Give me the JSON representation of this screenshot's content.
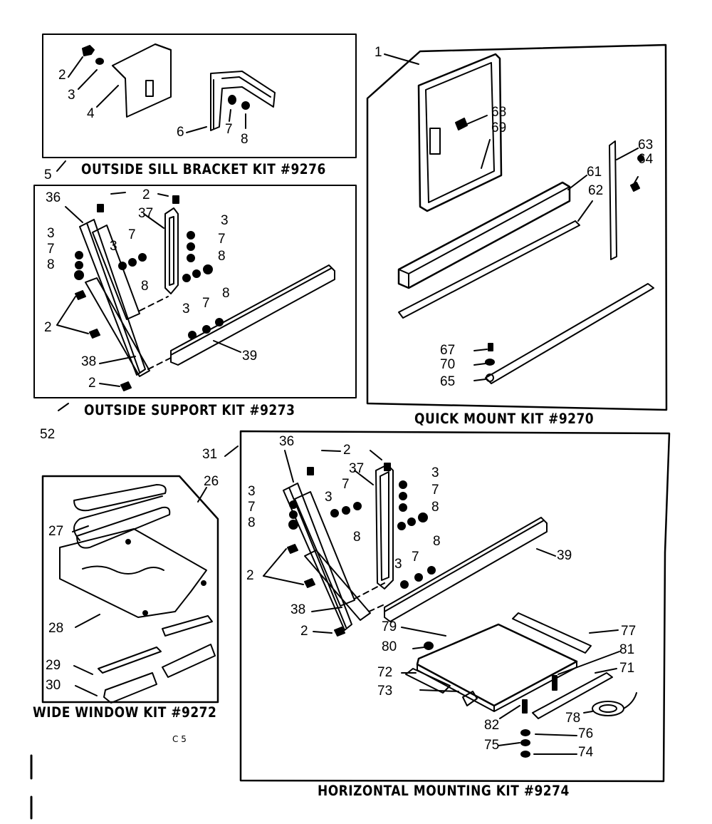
{
  "kits": [
    {
      "id": "outside-sill-bracket",
      "title": "OUTSIDE SILL BRACKET KIT #9276",
      "number": "5"
    },
    {
      "id": "outside-support",
      "title": "OUTSIDE SUPPORT KIT #9273",
      "number": "52"
    },
    {
      "id": "quick-mount",
      "title": "QUICK MOUNT KIT #9270",
      "number": "1"
    },
    {
      "id": "wide-window",
      "title": "WIDE WINDOW KIT #9272",
      "number": "26"
    },
    {
      "id": "horizontal-mounting",
      "title": "HORIZONTAL MOUNTING KIT #9274",
      "number": "31"
    }
  ],
  "callouts": {
    "sill": [
      "2",
      "3",
      "4",
      "6",
      "7",
      "8"
    ],
    "support": [
      "36",
      "2",
      "37",
      "3",
      "7",
      "8",
      "3",
      "7",
      "8",
      "3",
      "7",
      "8",
      "2",
      "3",
      "7",
      "8",
      "38",
      "39",
      "2"
    ],
    "quick": [
      "68",
      "69",
      "61",
      "62",
      "63",
      "64",
      "67",
      "70",
      "65"
    ],
    "wide": [
      "27",
      "28",
      "29",
      "30"
    ],
    "horizontal": [
      "36",
      "2",
      "37",
      "3",
      "7",
      "8",
      "3",
      "7",
      "8",
      "3",
      "7",
      "8",
      "2",
      "3",
      "7",
      "8",
      "39",
      "38",
      "2",
      "79",
      "80",
      "77",
      "81",
      "71",
      "72",
      "73",
      "82",
      "78",
      "76",
      "75",
      "74"
    ]
  },
  "corner_mark": "C 5"
}
